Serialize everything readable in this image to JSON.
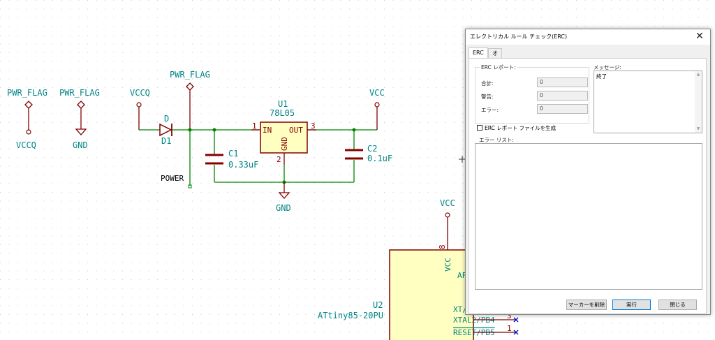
{
  "schematic": {
    "pwr_flag_1": "PWR_FLAG",
    "pwr_flag_2": "PWR_FLAG",
    "pwr_flag_3": "PWR_FLAG",
    "vccq_net": "VCCQ",
    "vccq_top": "VCCQ",
    "gnd_left": "GND",
    "gnd_center": "GND",
    "vcc_right": "VCC",
    "vcc_lower": "VCC",
    "diode_value": "D",
    "diode_ref": "D1",
    "power_label": "POWER",
    "u1_ref": "U1",
    "u1_value": "78L05",
    "u1_pin_in": "IN",
    "u1_pin_out": "OUT",
    "u1_pin_gnd": "GND",
    "u1_pin1": "1",
    "u1_pin2": "2",
    "u1_pin3": "3",
    "c1_ref": "C1",
    "c1_value": "0.33uF",
    "c2_ref": "C2",
    "c2_value": "0.1uF",
    "u2_ref": "U2",
    "u2_value": "ATtiny85-20PU",
    "u2_pin_vcc": "VCC",
    "u2_pin8": "8",
    "u2_pin_ar_partial": "AF",
    "u2_pin_xt_partial": "XT/",
    "u2_pin_xtal2": "XTAL2/PB4",
    "u2_pin_reset": "RESET/PB5",
    "u2_pin3": "3",
    "u2_pin1": "1",
    "colors": {
      "wire": "#008400",
      "component": "#840000",
      "label": "#008484",
      "body_fill": "#ffffc2"
    }
  },
  "dialog": {
    "title": "エレクトリカル ルール チェック(ERC)",
    "close_glyph": "✕",
    "tabs": [
      {
        "label": "ERC"
      },
      {
        "label": "オプション"
      }
    ],
    "erc_report": {
      "title": "ERC レポート:",
      "rows": [
        {
          "label": "合計:",
          "value": "0"
        },
        {
          "label": "警告:",
          "value": "0"
        },
        {
          "label": "エラー:",
          "value": "0"
        }
      ],
      "checkbox_label": "ERC レポート ファイルを生成",
      "checkbox_checked": false
    },
    "messages": {
      "label": "メッセージ:",
      "text": "終了"
    },
    "error_list_label": "エラー リスト:",
    "buttons": {
      "delete_markers": "マーカーを削除",
      "run": "実行",
      "close": "閉じる"
    }
  }
}
